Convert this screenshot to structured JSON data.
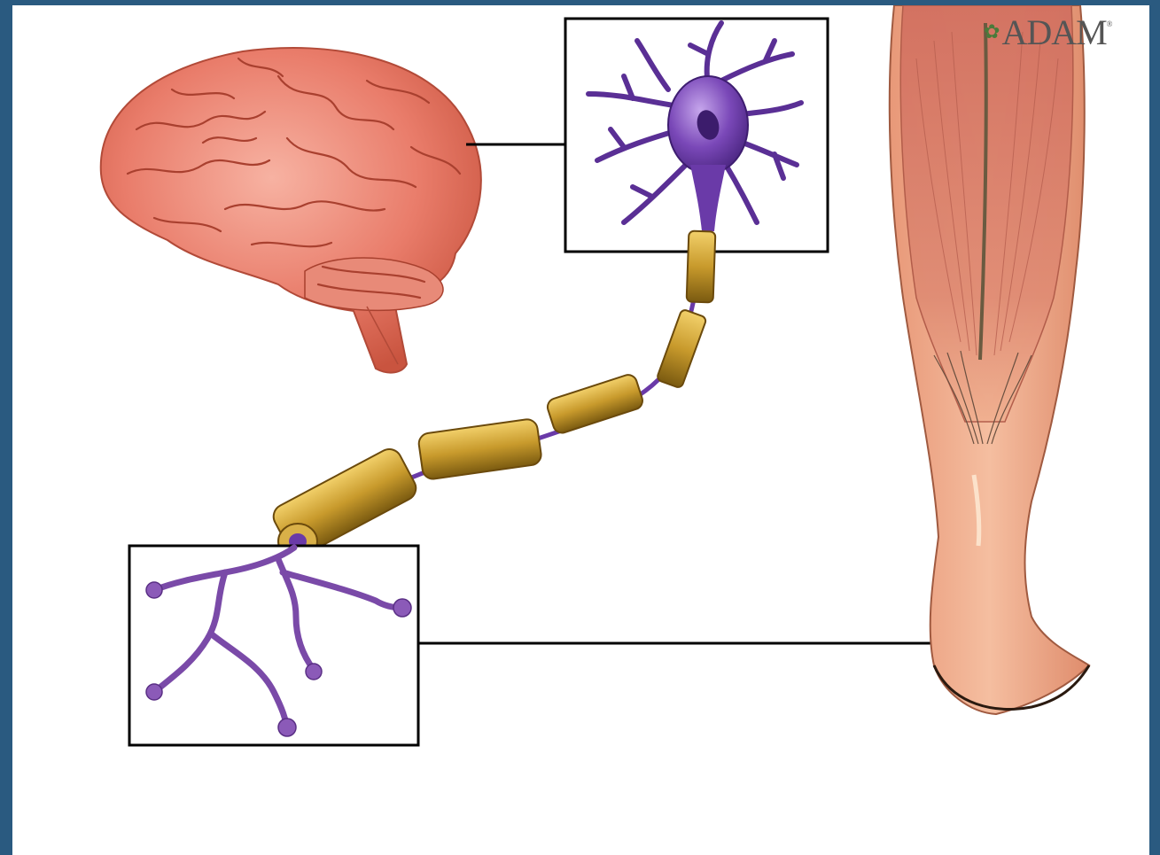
{
  "logo": {
    "text": "ADAM",
    "mark": "®"
  },
  "colors": {
    "background_frame": "#2a5a80",
    "brain": "#e8786a",
    "neuron": "#6b3fa0",
    "myelin": "#b8902a",
    "leg_skin": "#f0b08a",
    "leg_muscle": "#d9826a",
    "callout_line": "#000000"
  },
  "parts": {
    "brain": "brain-illustration",
    "cell_body": "neuron-cell-body",
    "axon": "myelinated-axon",
    "terminals": "axon-terminal-branches",
    "calf": "lower-leg-muscle"
  }
}
